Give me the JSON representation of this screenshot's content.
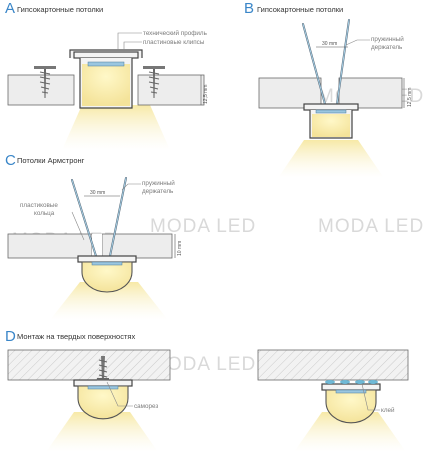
{
  "watermark": "MODA LED",
  "panel_a": {
    "letter": "A",
    "title": "Гипсокартонные потолки",
    "label_profile_1": "технический профиль",
    "label_profile_2": "пластиновые клипсы",
    "dim_thickness": "12,5 mm"
  },
  "panel_b": {
    "letter": "B",
    "title": "Гипсокартонные потолки",
    "dim_width": "30 mm",
    "label_holder_1": "пружинный",
    "label_holder_2": "держатель",
    "dim_thickness": "12,5 mm"
  },
  "panel_c": {
    "letter": "C",
    "title": "Потолки Армстронг",
    "dim_width": "30 mm",
    "label_holder_1": "пружинный",
    "label_holder_2": "держатель",
    "label_rings_1": "пластиковые",
    "label_rings_2": "кольца",
    "dim_thickness": "10 mm"
  },
  "panel_d": {
    "letter": "D",
    "title": "Монтаж на твердых поверхностях",
    "label_screw": "саморез",
    "label_glue": "клей"
  },
  "colors": {
    "accent": "#3a86c8",
    "light_glow": "#f6ebb0",
    "board_fill": "#ededed",
    "wire": "#5a6a7a",
    "glue": "#6fb9d6"
  }
}
